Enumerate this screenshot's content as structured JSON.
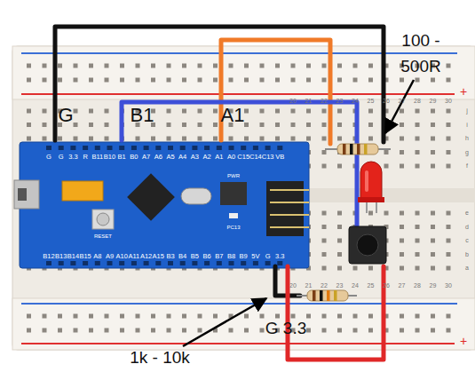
{
  "diagram": {
    "labels": [
      "G",
      "B1",
      "A1",
      "100 - 500R",
      "G 3.3",
      "1k - 10k",
      "G",
      "G",
      "3.3",
      "R",
      "B11",
      "B10",
      "B1",
      "B0",
      "A7",
      "A6",
      "A5",
      "A4",
      "A3",
      "A2",
      "A1",
      "A0",
      "C15",
      "C14",
      "C13",
      "VB",
      "B12",
      "B13",
      "B14",
      "B15",
      "A8",
      "A9",
      "A10",
      "A11",
      "A12",
      "A15",
      "B3",
      "B4",
      "B5",
      "B6",
      "B7",
      "B8",
      "B9",
      "5V",
      "G",
      "3.3",
      "RESET",
      "PWR",
      "PC13",
      "20",
      "21",
      "22",
      "23",
      "24",
      "25",
      "26",
      "27",
      "28",
      "29",
      "30",
      "20",
      "21",
      "22",
      "23",
      "24",
      "25",
      "26",
      "27",
      "28",
      "29",
      "30",
      "j",
      "i",
      "h",
      "g",
      "f",
      "e",
      "d",
      "c",
      "b",
      "a",
      "+",
      "+"
    ]
  }
}
